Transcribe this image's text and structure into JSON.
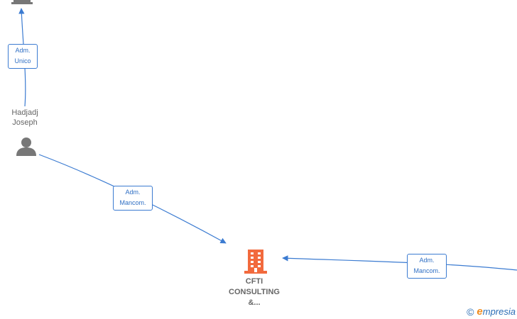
{
  "nodes": {
    "person": {
      "name_line1": "Hadjadj",
      "name_line2": "Joseph",
      "icon": "person-icon"
    },
    "company_main": {
      "name_line1": "CFTI",
      "name_line2": "CONSULTING",
      "name_line3": "&...",
      "icon": "building-icon"
    },
    "company_top": {
      "icon": "building-icon"
    }
  },
  "edges": {
    "person_to_top": {
      "line1": "Adm.",
      "line2": "Unico"
    },
    "person_to_main": {
      "line1": "Adm.",
      "line2": "Mancom."
    },
    "right_to_main": {
      "line1": "Adm.",
      "line2": "Mancom."
    }
  },
  "colors": {
    "edge": "#3b7bd1",
    "company_main": "#f26a3d",
    "node_gray": "#777777"
  },
  "footer": {
    "copyright": "©",
    "brand_initial": "e",
    "brand_rest": "mpresia"
  }
}
